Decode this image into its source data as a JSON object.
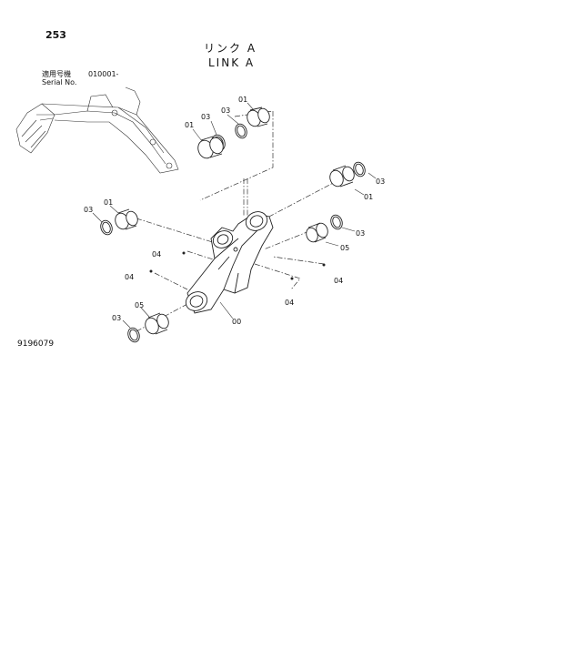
{
  "header": {
    "page_number": "253",
    "title_jp": "リンク A",
    "title_en": "LINK A",
    "serial_label_jp": "適用号機",
    "serial_range": "010001-",
    "serial_label_en": "Serial No."
  },
  "footer": {
    "drawing_number": "9196079"
  },
  "callouts": {
    "c01_top": "01",
    "c01_left": "01",
    "c03_top": "03",
    "c03_ring": "03",
    "c01_right": "01",
    "c03_right": "03",
    "c01_mid": "01",
    "c03_mid": "03",
    "c03_rmid": "03",
    "c05_rmid": "05",
    "c04_a": "04",
    "c04_b": "04",
    "c04_c": "04",
    "c04_d": "04",
    "c05_bot": "05",
    "c03_bot": "03",
    "c00": "00"
  }
}
